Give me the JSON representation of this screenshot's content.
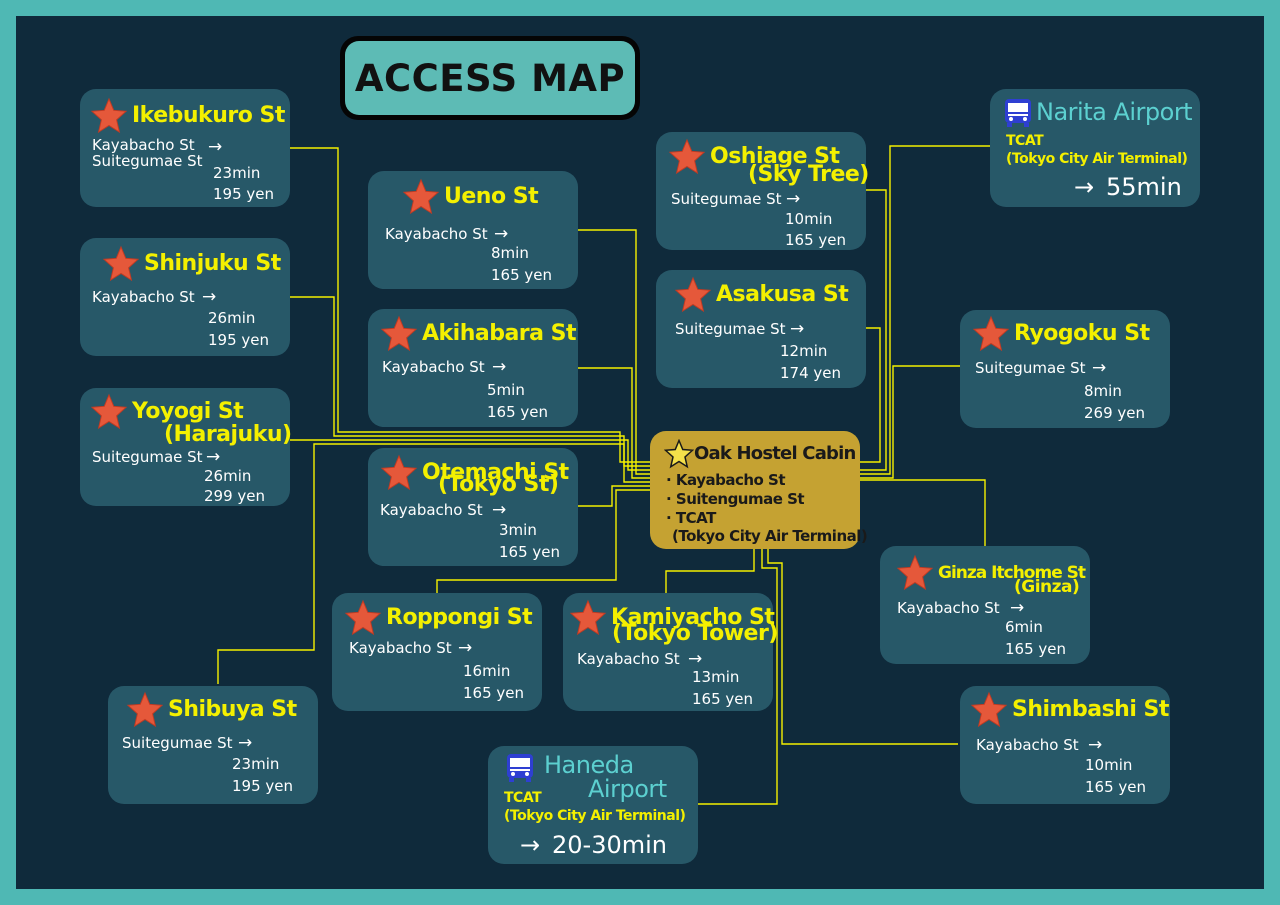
{
  "title": "ACCESS MAP",
  "colors": {
    "frame": "#4fb8b4",
    "background": "#0f2a3b",
    "card": "#275868",
    "station_name": "#f4f000",
    "line": "#f4f000",
    "hostel": "#c5a232",
    "airport_name": "#5cd0d0",
    "star": "#e5583a"
  },
  "hostel": {
    "name": "Oak Hostel Cabin",
    "lines": [
      "· Kayabacho St",
      "· Suitengumae St",
      "· TCAT",
      "(Tokyo City Air Terminal)"
    ]
  },
  "stations": {
    "ikebukuro": {
      "name": "Ikebukuro St",
      "from": [
        "Kayabacho St",
        "Suitegumae St"
      ],
      "time": "23min",
      "fare": "195 yen"
    },
    "shinjuku": {
      "name": "Shinjuku St",
      "from": [
        "Kayabacho St"
      ],
      "time": "26min",
      "fare": "195 yen"
    },
    "yoyogi": {
      "name": "Yoyogi St",
      "name_line2": "(Harajuku)",
      "from": [
        "Suitegumae St"
      ],
      "time": "26min",
      "fare": "299 yen"
    },
    "ueno": {
      "name": "Ueno St",
      "from": [
        "Kayabacho St"
      ],
      "time": "8min",
      "fare": "165 yen"
    },
    "akihabara": {
      "name": "Akihabara St",
      "from": [
        "Kayabacho St"
      ],
      "time": "5min",
      "fare": "165 yen"
    },
    "otemachi": {
      "name": "Otemachi St",
      "name_line2": "(Tokyo St)",
      "from": [
        "Kayabacho St"
      ],
      "time": "3min",
      "fare": "165 yen"
    },
    "oshiage": {
      "name": "Oshiage St",
      "name_line2": "(Sky Tree)",
      "from": [
        "Suitegumae St"
      ],
      "time": "10min",
      "fare": "165 yen"
    },
    "asakusa": {
      "name": "Asakusa St",
      "from": [
        "Suitegumae St"
      ],
      "time": "12min",
      "fare": "174 yen"
    },
    "ryogoku": {
      "name": "Ryogoku St",
      "from": [
        "Suitegumae St"
      ],
      "time": "8min",
      "fare": "269 yen"
    },
    "ginza": {
      "name": "Ginza Itchome St",
      "name_line2": "(Ginza)",
      "from": [
        "Kayabacho St"
      ],
      "time": "6min",
      "fare": "165 yen"
    },
    "shimbashi": {
      "name": "Shimbashi St",
      "from": [
        "Kayabacho St"
      ],
      "time": "10min",
      "fare": "165 yen"
    },
    "roppongi": {
      "name": "Roppongi St",
      "from": [
        "Kayabacho St"
      ],
      "time": "16min",
      "fare": "165 yen"
    },
    "kamiyacho": {
      "name": "Kamiyacho St",
      "name_line2": "(Tokyo Tower)",
      "from": [
        "Kayabacho St"
      ],
      "time": "13min",
      "fare": "165 yen"
    },
    "shibuya": {
      "name": "Shibuya St",
      "from": [
        "Suitegumae St"
      ],
      "time": "23min",
      "fare": "195 yen"
    }
  },
  "airports": {
    "narita": {
      "name": "Narita Airport",
      "via": "TCAT",
      "via_full": "(Tokyo City Air Terminal)",
      "time": "55min",
      "icon": "bus-icon"
    },
    "haneda": {
      "name_line1": "Haneda",
      "name_line2": "Airport",
      "via": "TCAT",
      "via_full": "(Tokyo City Air Terminal)",
      "time": "20-30min",
      "icon": "bus-icon"
    }
  },
  "arrow_glyph": "→"
}
